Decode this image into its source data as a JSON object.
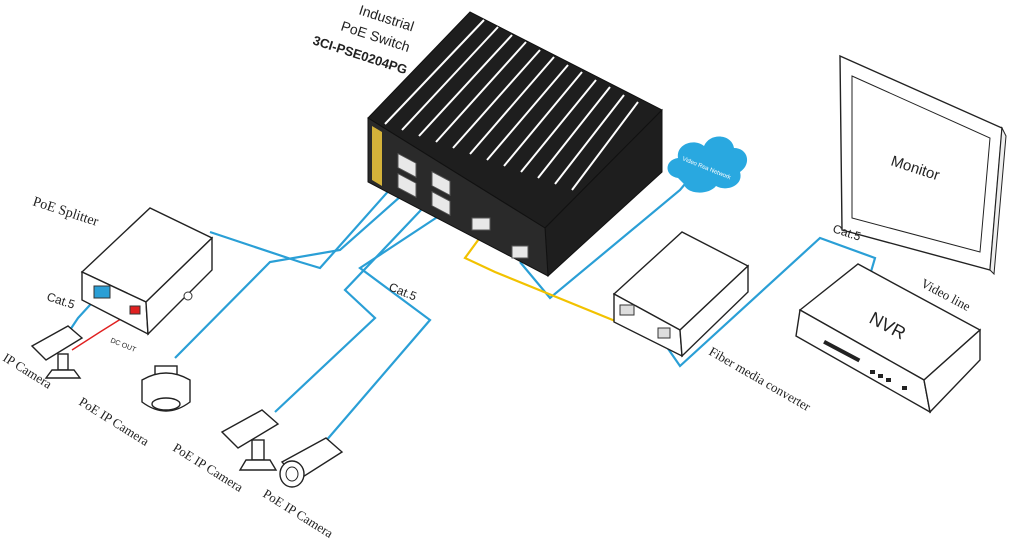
{
  "switch": {
    "title_line1": "Industrial",
    "title_line2": "PoE Switch",
    "model": "3CI-PSE0204PG"
  },
  "cloud": {
    "label": "Video Rea Network"
  },
  "monitor": {
    "label": "Monitor"
  },
  "nvr": {
    "label": "NVR"
  },
  "labels": {
    "poe_splitter": "PoE Splitter",
    "cat5_left": "Cat.5",
    "cat5_center": "Cat.5",
    "cat5_right": "Cat.5",
    "dc_out": "DC OUT",
    "ip_camera": "IP Camera",
    "poe_ip_camera_1": "PoE IP Camera",
    "poe_ip_camera_2": "PoE IP Camera",
    "poe_ip_camera_3": "PoE IP Camera",
    "fiber_media_converter": "Fiber media converter",
    "video_line": "Video line"
  },
  "colors": {
    "cat5_cable": "#2a9fd6",
    "fiber_cable": "#f2c200",
    "dc_cable": "#e02020",
    "switch_body": "#1e1e1e",
    "cloud": "#29a8e0"
  }
}
